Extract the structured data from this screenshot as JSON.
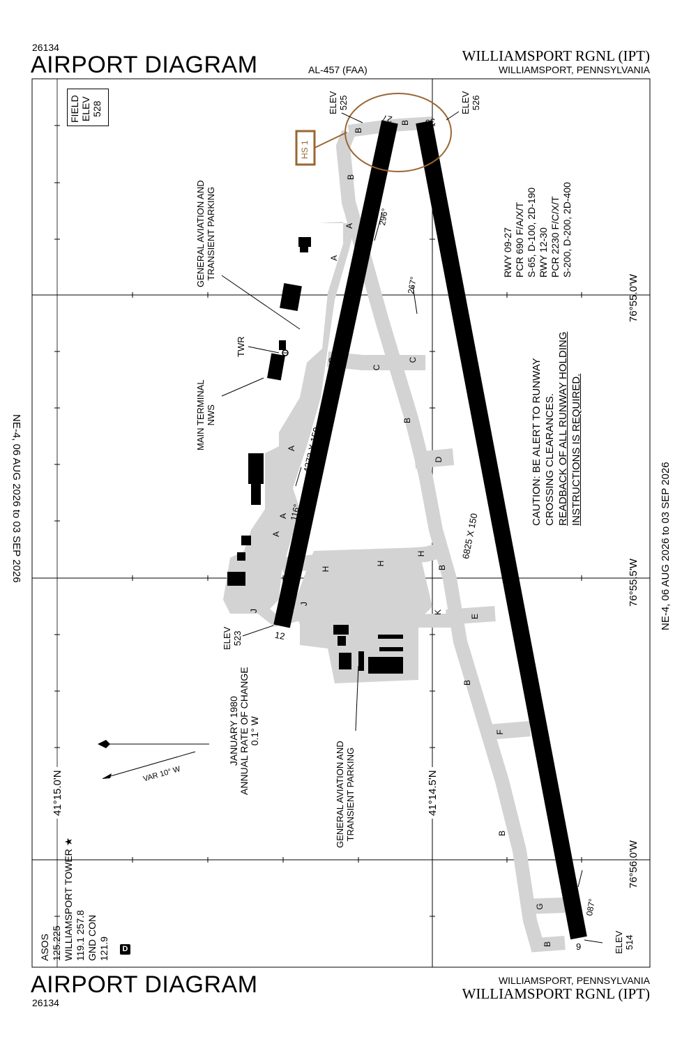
{
  "header": {
    "chart_number": "26134",
    "title": "AIRPORT DIAGRAM",
    "procedure_id": "AL-457 (FAA)",
    "airport_name": "WILLIAMSPORT RGNL (IPT)",
    "city_state": "WILLIAMSPORT, PENNSYLVANIA"
  },
  "footer": {
    "chart_number": "26134",
    "title": "AIRPORT DIAGRAM",
    "airport_name": "WILLIAMSPORT RGNL (IPT)",
    "city_state": "WILLIAMSPORT, PENNSYLVANIA"
  },
  "side_dates": {
    "left": "NE-4, 06 AUG 2026 to 03 SEP 2026",
    "right": "NE-4, 06 AUG 2026 to 03 SEP 2026"
  },
  "field_elev": {
    "l1": "FIELD",
    "l2": "ELEV",
    "l3": "528"
  },
  "comms": {
    "asos": "ASOS",
    "asos_freq": "125.225",
    "tower": "WILLIAMSPORT TOWER",
    "tower_freq": "119.1 257.8",
    "gnd": "GND CON",
    "gnd_freq": "121.9",
    "badge": "D"
  },
  "magvar": {
    "var": "VAR 10° W",
    "date": "JANUARY 1980",
    "rate_title": "ANNUAL RATE OF CHANGE",
    "rate": "0.1° W"
  },
  "hot_spot": "HS 1",
  "coords": {
    "lon1": "76°55.0'W",
    "lon2": "76°55.5'W",
    "lon3": "76°56.0'W",
    "lat1": "41°15.0'N",
    "lat2": "41°14.5'N"
  },
  "runway_info": {
    "l1": "RWY 09-27",
    "l2": "PCR 690 F/A/X/T",
    "l3": "S-65, D-100, 2D-190",
    "l4": "RWY 12-30",
    "l5": "PCR 2230 F/C/X/T",
    "l6": "S-200, D-200, 2D-400"
  },
  "caution": {
    "l1": "CAUTION: BE ALERT TO RUNWAY",
    "l2": "CROSSING CLEARANCES.",
    "l3": "READBACK OF ALL RUNWAY HOLDING",
    "l4": "INSTRUCTIONS IS REQUIRED."
  },
  "runways": {
    "rwy_12_30_dims": "4273 X 150",
    "rwy_9_27_dims": "6825 X 150",
    "end_27": "27",
    "end_30": "30",
    "end_12": "12",
    "end_9": "9",
    "hdg_296": "296°",
    "hdg_267": "267°",
    "hdg_116": "116°",
    "hdg_087": "087°"
  },
  "elevations": {
    "e525_label": "ELEV",
    "e525": "525",
    "e526_label": "ELEV",
    "e526": "526",
    "e523_label": "ELEV",
    "e523": "523",
    "e514_label": "ELEV",
    "e514": "514"
  },
  "callouts": {
    "ga_parking_top_l1": "GENERAL AVIATION AND",
    "ga_parking_top_l2": "TRANSIENT PARKING",
    "twr": "TWR",
    "terminal_l1": "MAIN TERMINAL",
    "terminal_l2": "NWS",
    "ga_parking_bot_l1": "GENERAL AVIATION AND",
    "ga_parking_bot_l2": "TRANSIENT PARKING"
  },
  "taxiways": {
    "A": "A",
    "B": "B",
    "C": "C",
    "D": "D",
    "E": "E",
    "F": "F",
    "G": "G",
    "H": "H",
    "J": "J",
    "K": "K"
  }
}
